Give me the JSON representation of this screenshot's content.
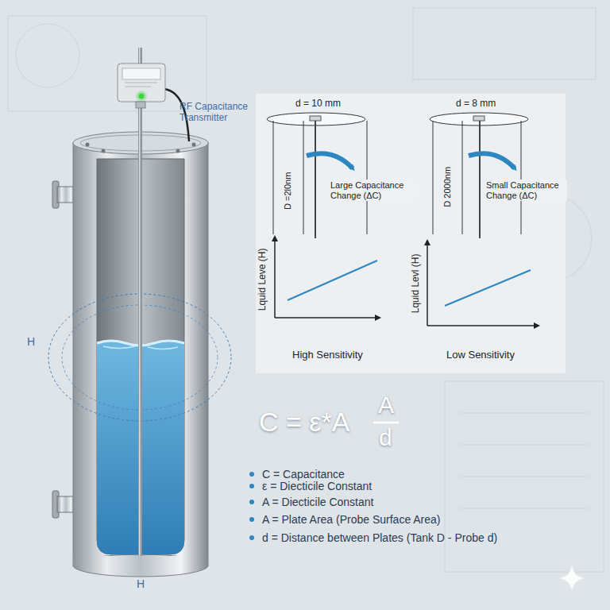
{
  "diagram": {
    "labels": [
      "RF Capacitance Transmitter",
      "d = 10 mm",
      "D =2l0nm",
      "Large Capacitance Change (ΔC)",
      "Lquid Leve (H)",
      "High Sensitivity",
      "d = 8 mm",
      "D 2000nm",
      "Small Capacitance Change (ΔC)",
      "Lquid Levl (H)",
      "Low Sensitivity",
      "C = ε*A",
      "A",
      "d",
      "C = Capacitance",
      "ε = Diecticile Constant",
      "A = Diecticile Constant",
      "A = Plate Area (Probe Surface Area)",
      "d = Distance between Plates (Tank D - Probe d)",
      "H",
      "H"
    ]
  }
}
